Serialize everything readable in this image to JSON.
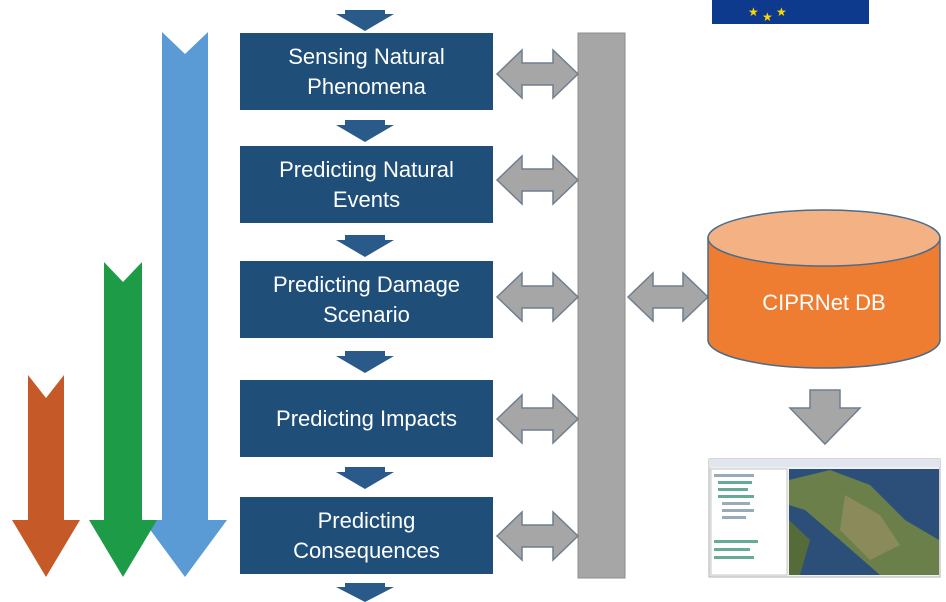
{
  "stages": [
    {
      "label": "Sensing Natural\nPhenomena"
    },
    {
      "label": "Predicting Natural\nEvents"
    },
    {
      "label": "Predicting Damage\nScenario"
    },
    {
      "label": "Predicting Impacts"
    },
    {
      "label": "Predicting\nConsequences"
    }
  ],
  "database": {
    "label": "CIPRNet DB"
  },
  "colors": {
    "stage_fill": "#1f4e79",
    "flow_arrow": "#2a5a8a",
    "blue_arrow": "#5b9bd5",
    "green_arrow": "#1e9b47",
    "orange_arrow": "#c55a28",
    "bus_bar": "#a6a6a6",
    "db_body": "#ee7d31",
    "db_top": "#f4b183",
    "flag": "#0d3a8c",
    "stars": "#ffd700"
  },
  "icons": [
    "eu-flag-icon",
    "map-screenshot-icon",
    "double-arrow-icon",
    "down-arrow-icon"
  ]
}
